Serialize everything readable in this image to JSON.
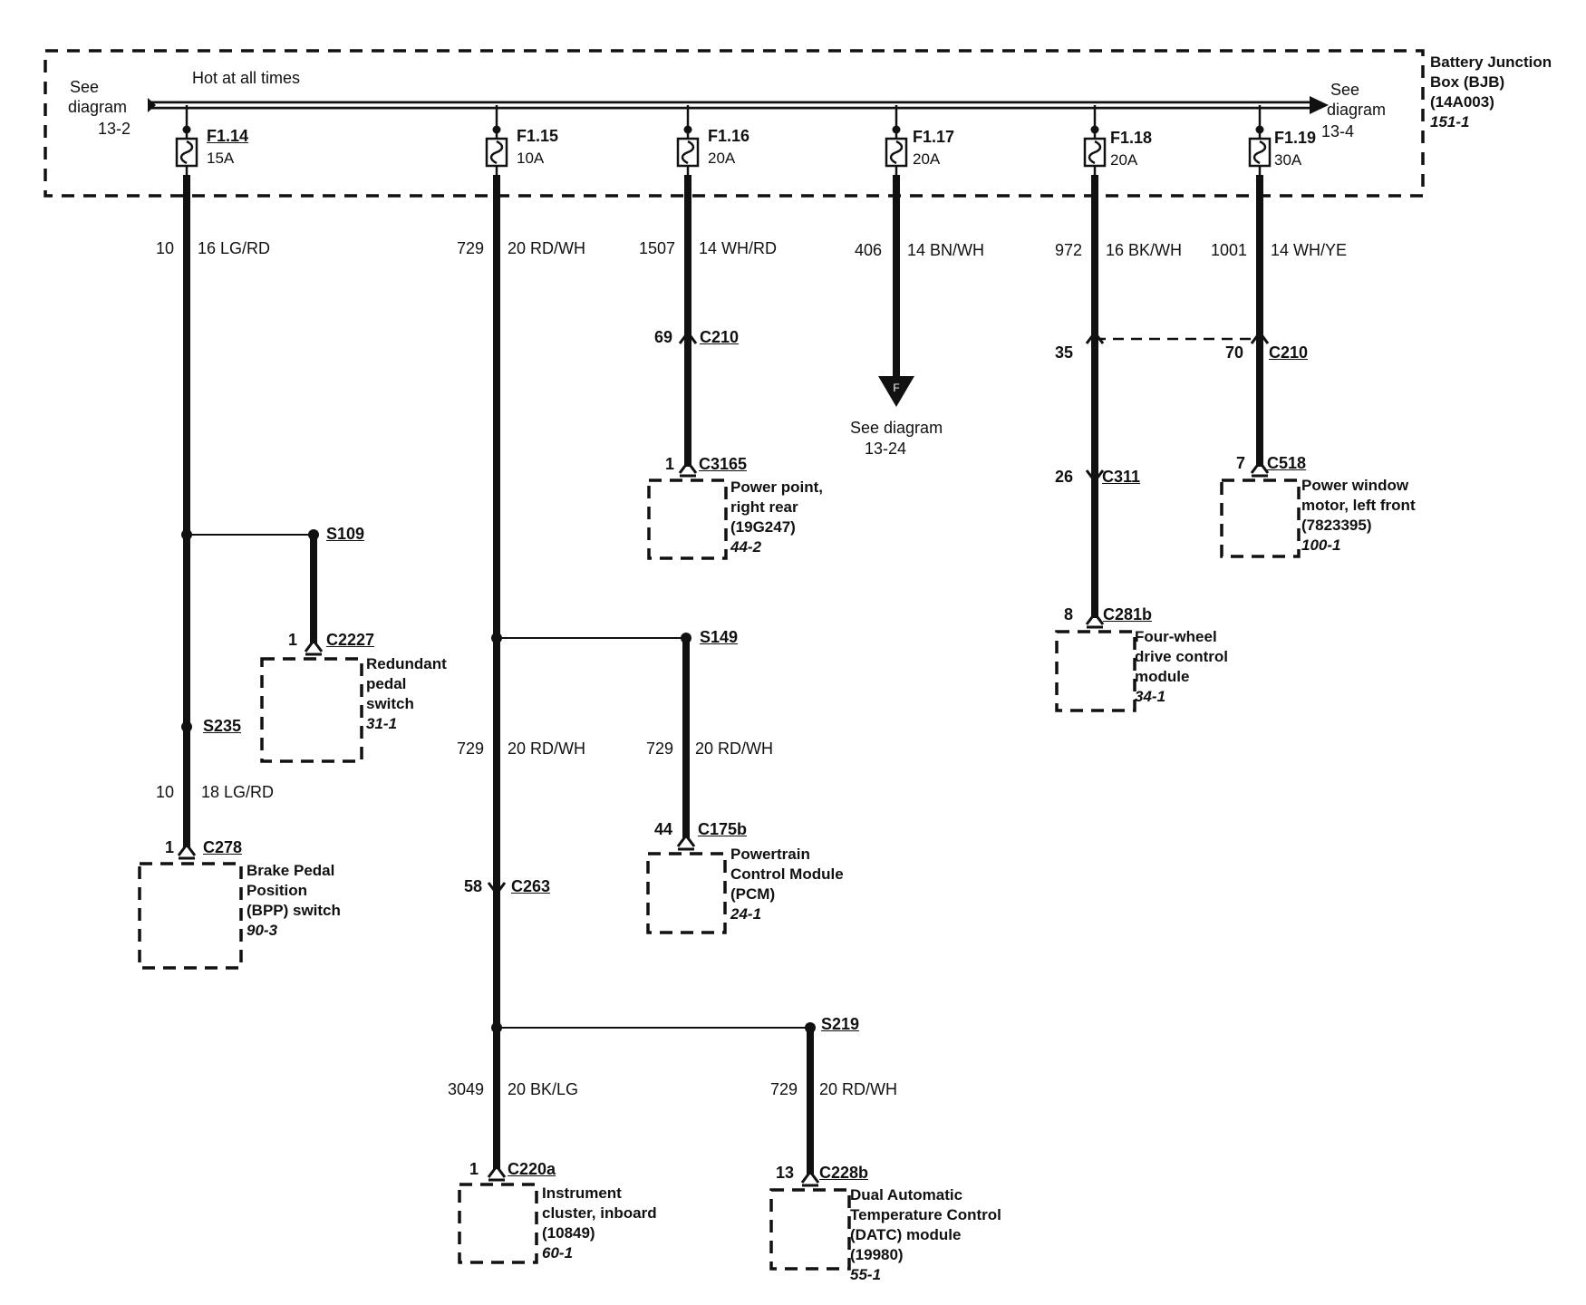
{
  "bus": {
    "label": "Hot at all times"
  },
  "see_left": {
    "line1": "See",
    "line2": "diagram",
    "line3": "13-2"
  },
  "see_right": {
    "line1": "See",
    "line2": "diagram",
    "line3": "13-4"
  },
  "bjb": {
    "line1": "Battery Junction",
    "line2": "Box (BJB)",
    "line3": "(14A003)",
    "ref": "151-1"
  },
  "fuses": [
    {
      "id": "F1.14",
      "amp": "15A"
    },
    {
      "id": "F1.15",
      "amp": "10A"
    },
    {
      "id": "F1.16",
      "amp": "20A"
    },
    {
      "id": "F1.17",
      "amp": "20A"
    },
    {
      "id": "F1.18",
      "amp": "20A"
    },
    {
      "id": "F1.19",
      "amp": "30A"
    }
  ],
  "wires": {
    "w10a": {
      "circuit": "10",
      "gauge": "16  LG/RD"
    },
    "w729a": {
      "circuit": "729",
      "gauge": "20  RD/WH"
    },
    "w1507": {
      "circuit": "1507",
      "gauge": "14  WH/RD"
    },
    "w406": {
      "circuit": "406",
      "gauge": "14  BN/WH"
    },
    "w972": {
      "circuit": "972",
      "gauge": "16  BK/WH"
    },
    "w1001": {
      "circuit": "1001",
      "gauge": "14  WH/YE"
    },
    "w10b": {
      "circuit": "10",
      "gauge": "18  LG/RD"
    },
    "w729b": {
      "circuit": "729",
      "gauge": "20  RD/WH"
    },
    "w729c": {
      "circuit": "729",
      "gauge": "20  RD/WH"
    },
    "w3049": {
      "circuit": "3049",
      "gauge": "20  BK/LG"
    },
    "w729d": {
      "circuit": "729",
      "gauge": "20  RD/WH"
    }
  },
  "connectors": {
    "c210a": {
      "pin": "69",
      "name": "C210"
    },
    "c210b": {
      "pin": "70",
      "name": "C210"
    },
    "pin35": {
      "pin": "35"
    },
    "c3165": {
      "pin": "1",
      "name": "C3165"
    },
    "c311": {
      "pin": "26",
      "name": "C311"
    },
    "c518": {
      "pin": "7",
      "name": "C518"
    },
    "c281b": {
      "pin": "8",
      "name": "C281b"
    },
    "c2227": {
      "pin": "1",
      "name": "C2227"
    },
    "c278": {
      "pin": "1",
      "name": "C278"
    },
    "c175b": {
      "pin": "44",
      "name": "C175b"
    },
    "c263": {
      "pin": "58",
      "name": "C263"
    },
    "c220a": {
      "pin": "1",
      "name": "C220a"
    },
    "c228b": {
      "pin": "13",
      "name": "C228b"
    }
  },
  "splices": {
    "s109": "S109",
    "s235": "S235",
    "s149": "S149",
    "s219": "S219"
  },
  "see_mid": {
    "line1": "See diagram",
    "line2": "13-24"
  },
  "components": {
    "power_point": {
      "l1": "Power point,",
      "l2": "right rear",
      "l3": "(19G247)",
      "ref": "44-2"
    },
    "power_window": {
      "l1": "Power window",
      "l2": "motor, left front",
      "l3": "(7823395)",
      "ref": "100-1"
    },
    "fwd_module": {
      "l1": "Four-wheel",
      "l2": "drive control",
      "l3": "module",
      "ref": "34-1"
    },
    "redundant": {
      "l1": "Redundant",
      "l2": "pedal",
      "l3": "switch",
      "ref": "31-1"
    },
    "bpp": {
      "l1": "Brake Pedal",
      "l2": "Position",
      "l3": "(BPP) switch",
      "ref": "90-3"
    },
    "pcm": {
      "l1": "Powertrain",
      "l2": "Control Module",
      "l3": "(PCM)",
      "ref": "24-1"
    },
    "cluster": {
      "l1": "Instrument",
      "l2": "cluster, inboard",
      "l3": "(10849)",
      "ref": "60-1"
    },
    "datc": {
      "l1": "Dual Automatic",
      "l2": "Temperature Control",
      "l3": "(DATC) module",
      "l4": "(19980)",
      "ref": "55-1"
    }
  }
}
